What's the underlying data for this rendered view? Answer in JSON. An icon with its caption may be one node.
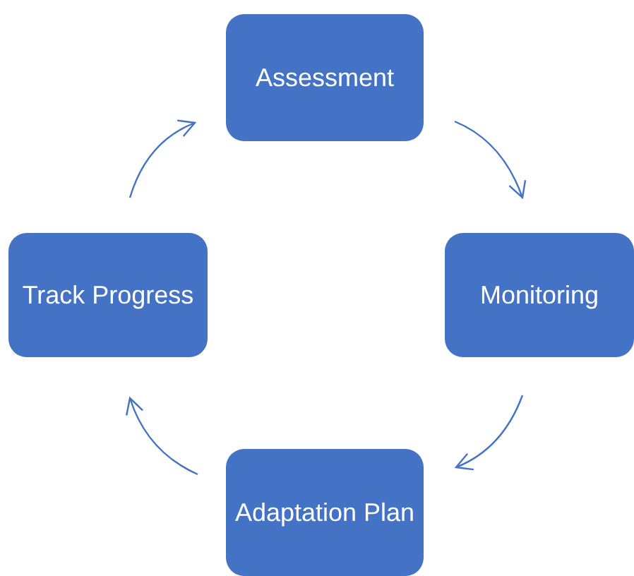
{
  "diagram": {
    "nodes": [
      {
        "text": [
          "Assessment"
        ]
      },
      {
        "text": [
          "Monitoring"
        ]
      },
      {
        "text": [
          "Adaptation Plan"
        ]
      },
      {
        "text": [
          "Track Progress"
        ]
      }
    ],
    "edges": [
      {
        "from": 0,
        "to": 1,
        "arrow": "to"
      },
      {
        "from": 1,
        "to": 2,
        "arrow": "to"
      },
      {
        "from": 2,
        "to": 3,
        "arrow": "to"
      },
      {
        "from": 3,
        "to": 0,
        "arrow": "to"
      }
    ]
  }
}
